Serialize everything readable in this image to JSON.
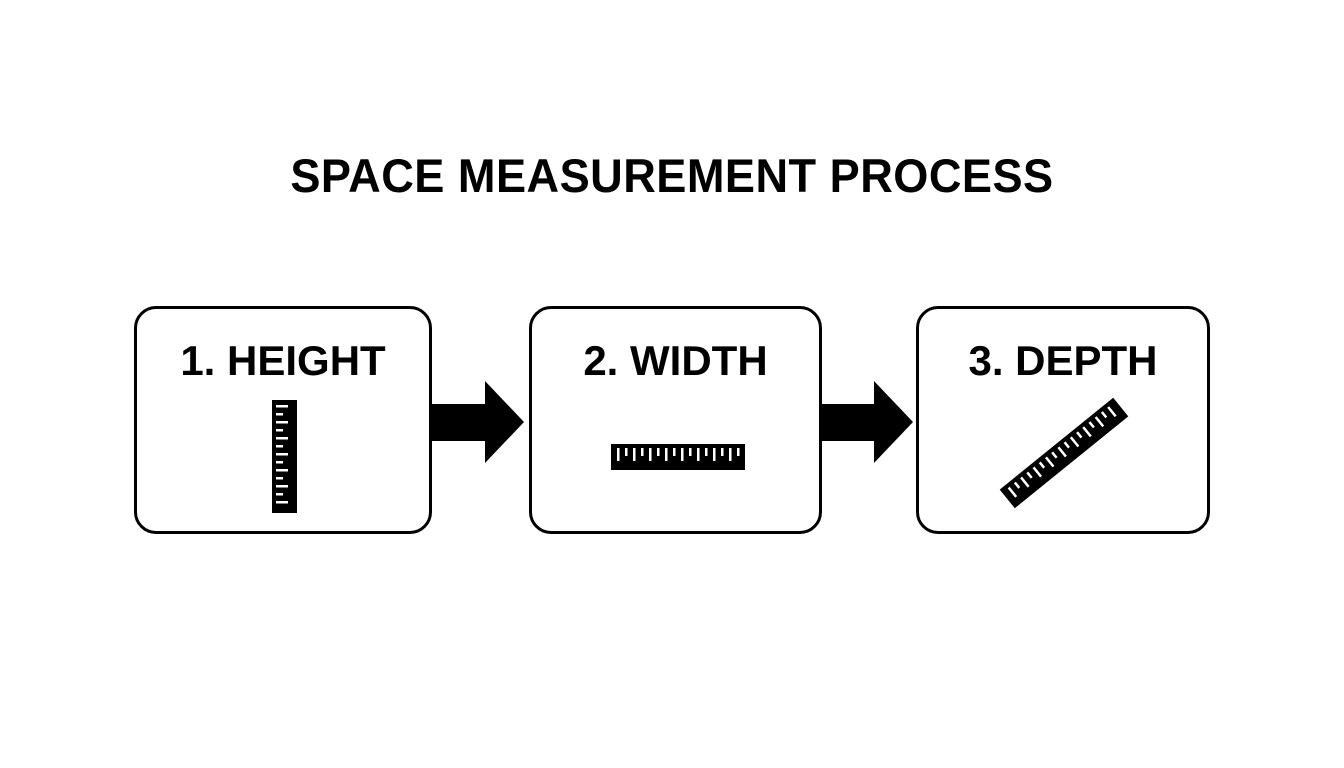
{
  "title": "SPACE MEASUREMENT PROCESS",
  "steps": [
    {
      "label": "1. HEIGHT",
      "icon": "vertical-ruler-icon"
    },
    {
      "label": "2. WIDTH",
      "icon": "horizontal-ruler-icon"
    },
    {
      "label": "3. DEPTH",
      "icon": "diagonal-ruler-icon"
    }
  ],
  "arrows": [
    "arrow-right-icon",
    "arrow-right-icon"
  ],
  "colors": {
    "background": "#ffffff",
    "stroke": "#000000"
  }
}
